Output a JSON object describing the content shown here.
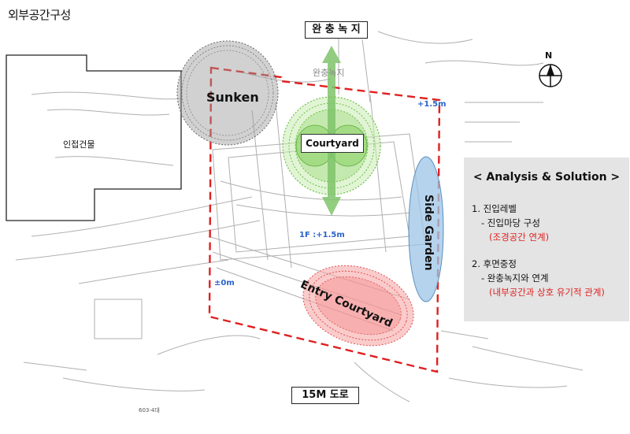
{
  "page_title": "외부공간구성",
  "labels": {
    "top_buffer": "완 충 녹 지",
    "top_buffer_faint": "완충녹지",
    "bottom_road": "15M 도로",
    "adjacent_building": "인접건물",
    "sunken": "Sunken",
    "courtyard": "Courtyard",
    "side_garden": "Side Garden",
    "entry_courtyard": "Entry Courtyard",
    "level_plus": "+1.5m",
    "level_1f": "1F :+1.5m",
    "level_zero": "±0m",
    "north": "N",
    "sheet_no": "603-4대"
  },
  "panel": {
    "title": "< Analysis & Solution >",
    "item1_title": "1. 진입레벨",
    "item1_sub": "- 진입마당 구성",
    "item1_note": "(조경공간 연계)",
    "item2_title": "2. 후면중정",
    "item2_sub": "- 완충녹지와 연계",
    "item2_note": "(내부공간과 상호 유기적 관계)"
  },
  "colors": {
    "boundary": "#e02020",
    "sunken": "#9a9a9a",
    "courtyard": "#8fd36b",
    "side_garden": "#9cc4e6",
    "entry_courtyard": "#f27c7c",
    "arrow": "#7fc46a",
    "level_text": "#2a63c9",
    "panel_bg": "#e4e4e4"
  }
}
